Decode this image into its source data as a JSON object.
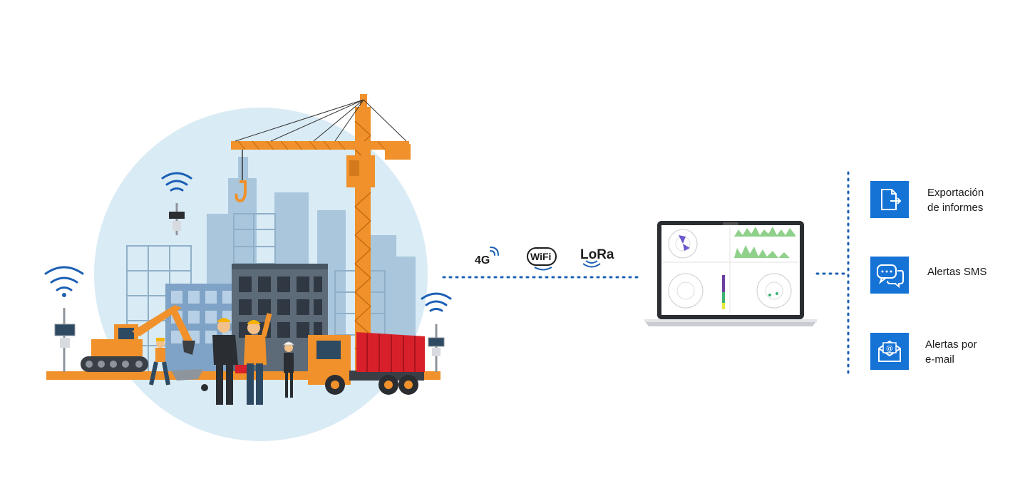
{
  "connectivity": {
    "items": [
      {
        "label": "4G",
        "icon": "signal-4g-icon"
      },
      {
        "label": "WiFi",
        "icon": "wifi-logo-icon"
      },
      {
        "label": "LoRa",
        "icon": "lora-logo-icon"
      }
    ]
  },
  "outputs": {
    "items": [
      {
        "label": "Exportación\nde informes",
        "icon": "export-file-icon"
      },
      {
        "label": "Alertas SMS",
        "icon": "sms-chat-icon"
      },
      {
        "label": "Alertas por\ne-mail",
        "icon": "email-icon"
      }
    ]
  },
  "colors": {
    "accent_blue": "#1673d6",
    "dotted_line": "#1a5fb4",
    "crane_orange": "#f0912b",
    "sky_circle": "#d9ebf5",
    "truck_red": "#d8202a"
  }
}
